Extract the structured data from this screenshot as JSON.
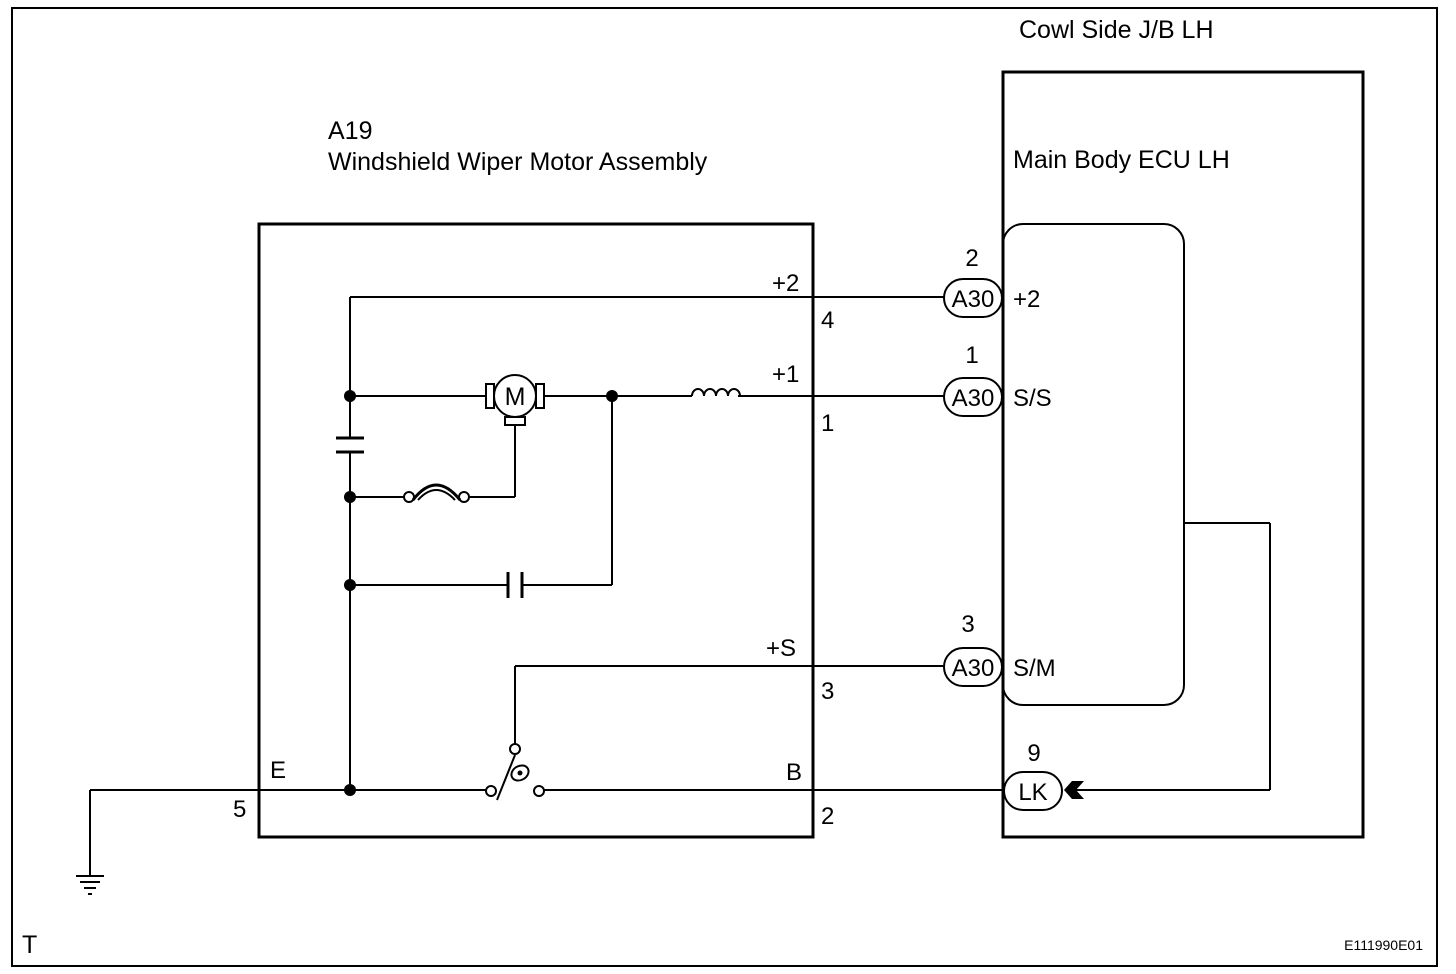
{
  "junction_block": {
    "title": "Cowl Side J/B LH"
  },
  "ecu": {
    "title": "Main Body ECU LH"
  },
  "motor": {
    "code": "A19",
    "title": "Windshield Wiper Motor Assembly",
    "symbol": "M"
  },
  "motor_terminals": {
    "plus2": {
      "name": "+2",
      "pin": "4"
    },
    "plus1": {
      "name": "+1",
      "pin": "1"
    },
    "plusS": {
      "name": "+S",
      "pin": "3"
    },
    "B": {
      "name": "B",
      "pin": "2"
    },
    "E": {
      "name": "E",
      "pin": "5"
    }
  },
  "ecu_connectors": [
    {
      "connector": "A30",
      "pin": "2",
      "terminal": "+2"
    },
    {
      "connector": "A30",
      "pin": "1",
      "terminal": "S/S"
    },
    {
      "connector": "A30",
      "pin": "3",
      "terminal": "S/M"
    },
    {
      "connector": "LK",
      "pin": "9"
    }
  ],
  "footer": {
    "corner_mark": "T",
    "figure_id": "E111990E01"
  }
}
